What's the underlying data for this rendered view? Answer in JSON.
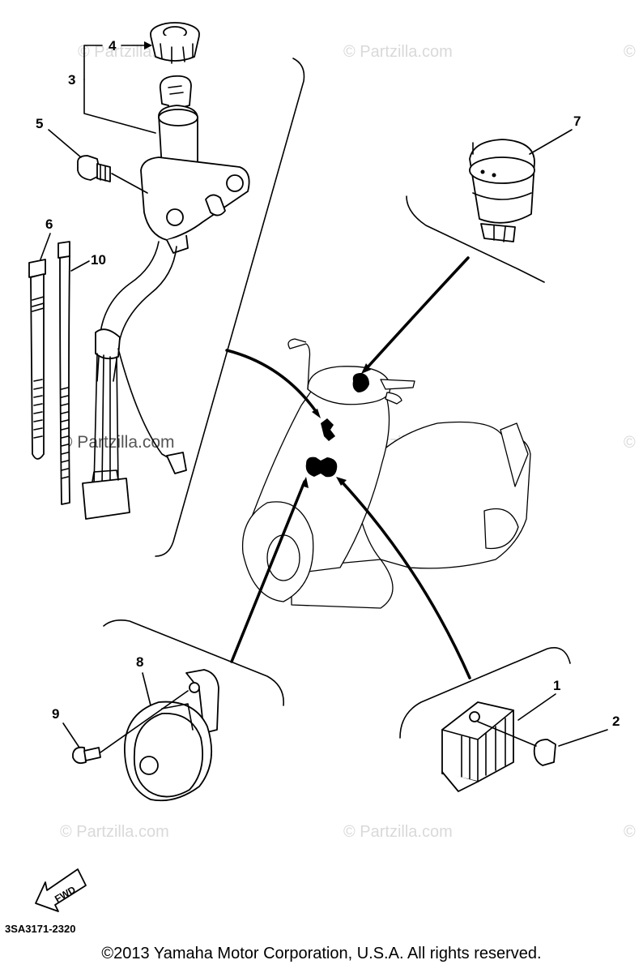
{
  "diagram": {
    "callouts": {
      "c1": "1",
      "c2": "2",
      "c3": "3",
      "c4": "4",
      "c5": "5",
      "c6": "6",
      "c7": "7",
      "c8": "8",
      "c9": "9",
      "c10": "10"
    },
    "watermark": "© Partzilla.com",
    "watermark_clipped": "©",
    "fwd_label": "FWD",
    "reference_code": "3SA3171-2320"
  },
  "footer": {
    "copyright": "©2013 Yamaha Motor Corporation, U.S.A. All rights reserved."
  }
}
